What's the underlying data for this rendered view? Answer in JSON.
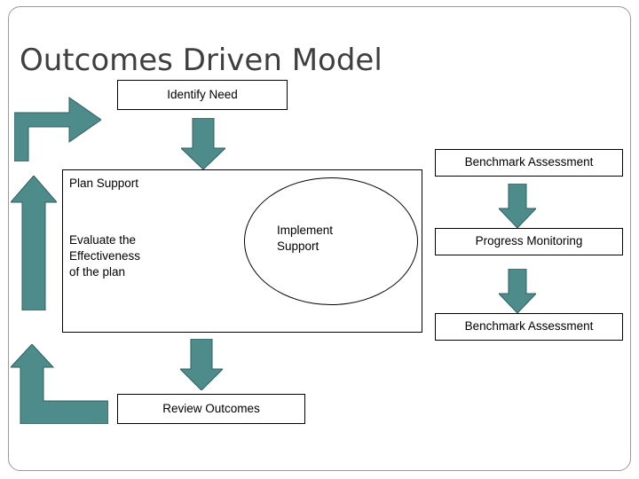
{
  "slide": {
    "title": "Outcomes Driven Model",
    "accent_color": "#4e8c8c",
    "outline_color": "#000000",
    "title_color": "#3f3f3f"
  },
  "nodes": {
    "identify_need": "Identify Need",
    "plan_support": "Plan Support",
    "evaluate": "Evaluate the\n Effectiveness\nof the plan",
    "implement_support": "Implement\nSupport",
    "review_outcomes": "Review Outcomes",
    "benchmark_assessment_top": "Benchmark Assessment",
    "progress_monitoring": "Progress Monitoring",
    "benchmark_assessment_bottom": "Benchmark Assessment"
  },
  "arrows": [
    {
      "name": "arrow-elbow-top-left",
      "direction": "right-elbow"
    },
    {
      "name": "arrow-down-to-plan",
      "direction": "down"
    },
    {
      "name": "arrow-up-left-middle",
      "direction": "up"
    },
    {
      "name": "arrow-elbow-bottom-left",
      "direction": "up-elbow"
    },
    {
      "name": "arrow-down-to-review",
      "direction": "down"
    },
    {
      "name": "arrow-down-benchmark-to-progress",
      "direction": "down"
    },
    {
      "name": "arrow-down-progress-to-benchmark",
      "direction": "down"
    }
  ]
}
